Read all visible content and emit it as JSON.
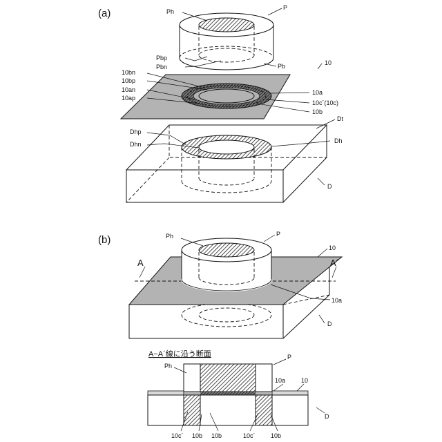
{
  "panel_a": {
    "title": "(a)",
    "labels": {
      "Ph": "Ph",
      "P": "P",
      "Pbp": "Pbp",
      "Pbn": "Pbn",
      "Pb": "Pb",
      "sheet": "10",
      "bn10": "10bn",
      "bp10": "10bp",
      "an10": "10an",
      "ap10": "10ap",
      "a10": "10a",
      "c10": "10c´(10c)",
      "b10": "10b",
      "Dt": "Dt",
      "Dhp": "Dhp",
      "Dhn": "Dhn",
      "Dh": "Dh",
      "D": "D"
    }
  },
  "panel_b": {
    "title": "(b)",
    "labels": {
      "Ph": "Ph",
      "P": "P",
      "sheet": "10",
      "A": "A",
      "A2": "A´",
      "a10": "10a",
      "D": "D"
    }
  },
  "section": {
    "title": "A−A´線に沿う断面",
    "labels": {
      "Ph": "Ph",
      "P": "P",
      "a10": "10a",
      "sheet": "10",
      "D": "D",
      "c_left": "10c´",
      "b_left": "10b",
      "b_mid": "10b",
      "c_right": "10c´",
      "b_right": "10b"
    }
  }
}
